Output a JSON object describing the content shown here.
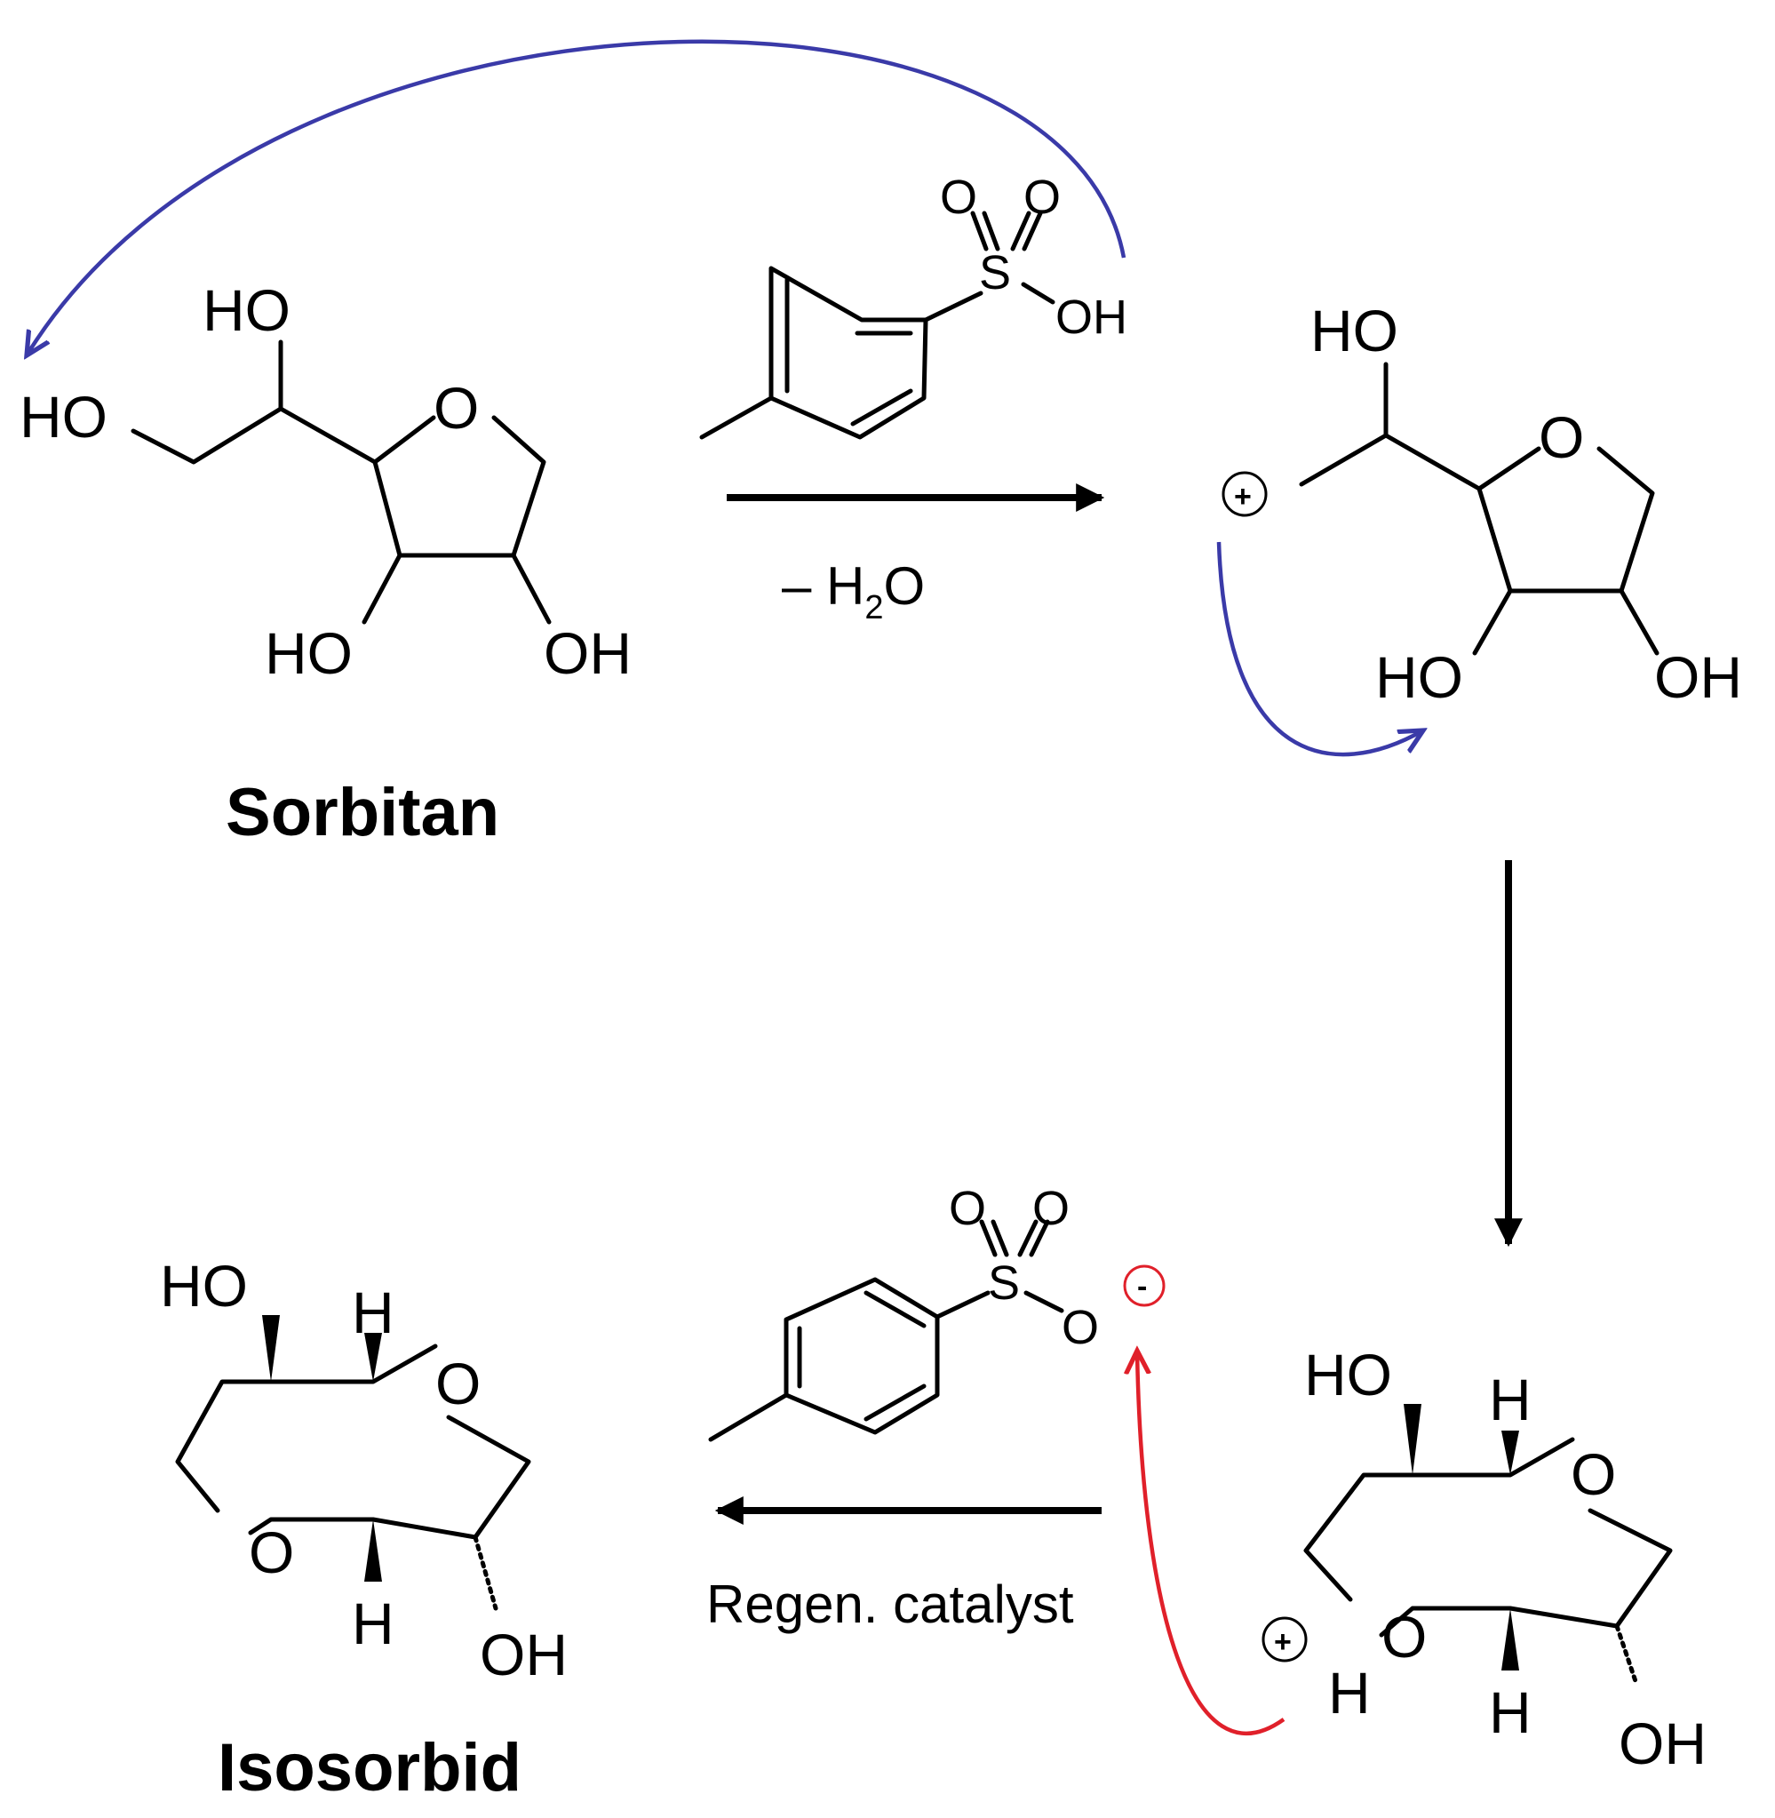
{
  "reactant": {
    "label": "Sorbitan",
    "atoms": {
      "ho_top": "HO",
      "ho_left": "HO",
      "o_ring": "O",
      "ho_bottom": "HO",
      "oh_bottom": "OH"
    }
  },
  "catalyst_top": {
    "o1": "O",
    "o2": "O",
    "s": "S",
    "oh": "OH"
  },
  "step1": {
    "condition_prefix": "– H",
    "condition_sub": "2",
    "condition_suffix": "O"
  },
  "cation": {
    "charge": "+",
    "atoms": {
      "ho_top": "HO",
      "o_ring": "O",
      "ho_bottom": "HO",
      "oh_bottom": "OH"
    }
  },
  "protonated": {
    "charge": "+",
    "atoms": {
      "ho": "HO",
      "h_top": "H",
      "o_right": "O",
      "o_left": "O",
      "h_proton": "H",
      "h_bottom": "H",
      "oh": "OH"
    }
  },
  "catalyst_bottom": {
    "o1": "O",
    "o2": "O",
    "s": "S",
    "o_minus": "O",
    "charge": "-"
  },
  "step3": {
    "condition": "Regen. catalyst"
  },
  "product": {
    "label": "Isosorbid",
    "atoms": {
      "ho": "HO",
      "h_top": "H",
      "o_right": "O",
      "o_left": "O",
      "h_bottom": "H",
      "oh": "OH"
    }
  },
  "colors": {
    "push_arrow_blue": "#3a3aa8",
    "push_arrow_red": "#e0202a",
    "bond": "#000000"
  }
}
